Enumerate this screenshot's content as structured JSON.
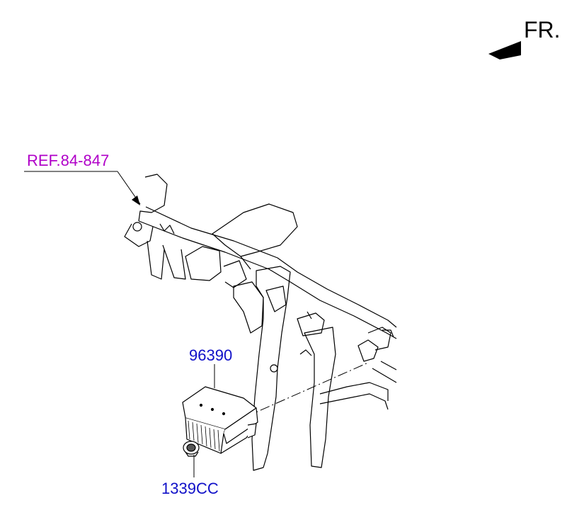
{
  "direction": {
    "label": "FR."
  },
  "reference": {
    "label": "REF.84-847",
    "color": "#b000c8"
  },
  "parts": [
    {
      "number": "96390"
    },
    {
      "number": "1339CC"
    }
  ],
  "colors": {
    "part_label": "#1010c8",
    "line": "#000000"
  }
}
